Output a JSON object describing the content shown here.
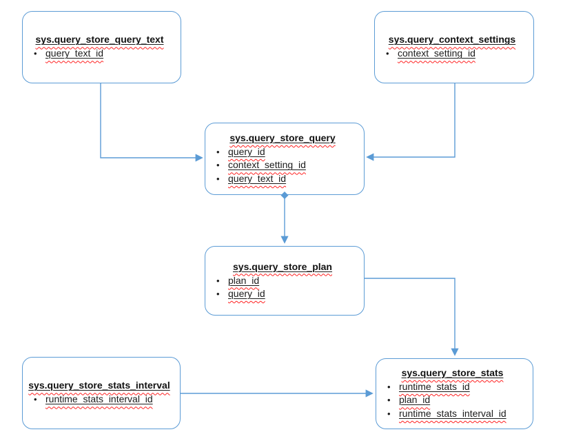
{
  "diagram": {
    "accent_color": "#5B9BD5",
    "squiggle_color": "#FF1F1F",
    "boxes": [
      {
        "id": "query-store-query-text",
        "title": "sys.query_store_query_text",
        "items": [
          "query_text_id"
        ]
      },
      {
        "id": "query-context-settings",
        "title": "sys.query_context_settings",
        "items": [
          "context_setting_id"
        ]
      },
      {
        "id": "query-store-query",
        "title": "sys.query_store_query",
        "items": [
          "query_id",
          "context_setting_id",
          "query_text_id"
        ]
      },
      {
        "id": "query-store-plan",
        "title": "sys.query_store_plan",
        "items": [
          "plan_id",
          "query_id"
        ]
      },
      {
        "id": "query-store-stats-interval",
        "title": "sys.query_store_stats_interval",
        "items": [
          "runtime_stats_interval_id"
        ]
      },
      {
        "id": "query-store-stats",
        "title": "sys.query_store_stats",
        "items": [
          "runtime_stats_id",
          "plan_id",
          "runtime_stats_interval_id"
        ]
      }
    ],
    "edges": [
      {
        "from": "sys.query_store_query_text",
        "to": "sys.query_store_query",
        "arrow": "right"
      },
      {
        "from": "sys.query_context_settings",
        "to": "sys.query_store_query",
        "arrow": "left"
      },
      {
        "from": "sys.query_store_query",
        "to": "sys.query_store_plan",
        "arrow": "down",
        "start_cap": "diamond"
      },
      {
        "from": "sys.query_store_plan",
        "to": "sys.query_store_stats",
        "arrow": "down"
      },
      {
        "from": "sys.query_store_stats_interval",
        "to": "sys.query_store_stats",
        "arrow": "right"
      }
    ]
  }
}
